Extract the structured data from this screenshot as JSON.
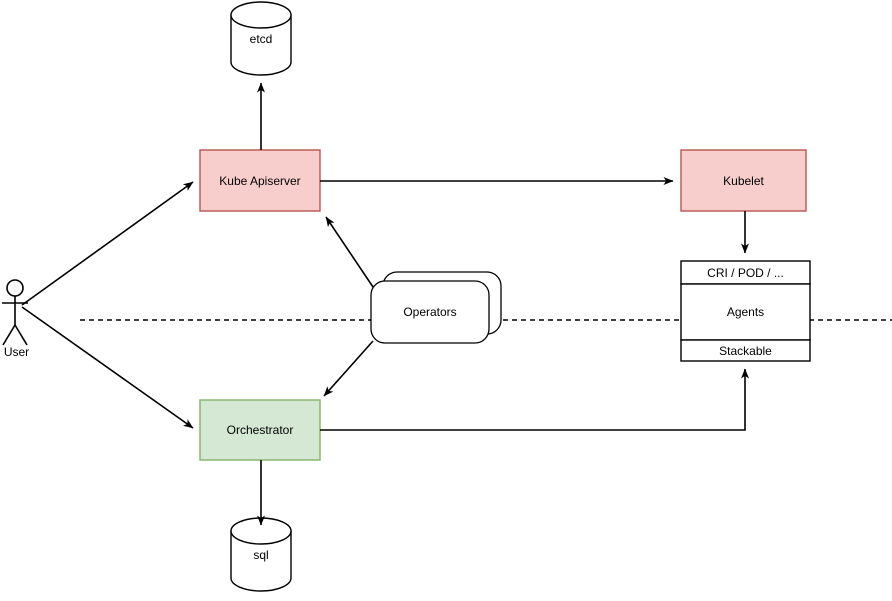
{
  "diagram": {
    "type": "architecture-flow-diagram",
    "colors": {
      "pink_fill": "#f8cecc",
      "pink_stroke": "#b85450",
      "green_fill": "#d5e8d4",
      "green_stroke": "#82b366",
      "white_fill": "#ffffff",
      "black_stroke": "#000000",
      "background": "#ffffff"
    },
    "nodes": {
      "etcd": {
        "label": "etcd",
        "shape": "cylinder",
        "fill": "#ffffff"
      },
      "sql": {
        "label": "sql",
        "shape": "cylinder",
        "fill": "#ffffff"
      },
      "kube_apiserver": {
        "label": "Kube Apiserver",
        "shape": "rectangle",
        "fill": "#f8cecc"
      },
      "kubelet": {
        "label": "Kubelet",
        "shape": "rectangle",
        "fill": "#f8cecc"
      },
      "orchestrator": {
        "label": "Orchestrator",
        "shape": "rectangle",
        "fill": "#d5e8d4"
      },
      "operators": {
        "label": "Operators",
        "shape": "stacked-rounded-rectangle",
        "fill": "#ffffff"
      },
      "user": {
        "label": "User",
        "shape": "actor"
      },
      "agents_stack": {
        "rows": [
          {
            "label": "CRI / POD / ..."
          },
          {
            "label": "Agents"
          },
          {
            "label": "Stackable"
          }
        ]
      }
    },
    "edges": [
      {
        "from": "kube_apiserver",
        "to": "etcd",
        "style": "solid-arrow"
      },
      {
        "from": "kube_apiserver",
        "to": "kubelet",
        "style": "solid-arrow"
      },
      {
        "from": "kubelet",
        "to": "agents_stack",
        "style": "solid-arrow"
      },
      {
        "from": "user",
        "to": "kube_apiserver",
        "style": "solid-arrow"
      },
      {
        "from": "user",
        "to": "orchestrator",
        "style": "solid-arrow"
      },
      {
        "from": "operators",
        "to": "kube_apiserver",
        "style": "solid-arrow"
      },
      {
        "from": "operators",
        "to": "orchestrator",
        "style": "solid-arrow"
      },
      {
        "from": "orchestrator",
        "to": "sql",
        "style": "solid-arrow"
      },
      {
        "from": "orchestrator",
        "to": "agents_stack",
        "style": "solid-orthogonal-arrow"
      },
      {
        "from": "left-edge",
        "to": "right-edge",
        "style": "dashed-separator"
      }
    ]
  }
}
